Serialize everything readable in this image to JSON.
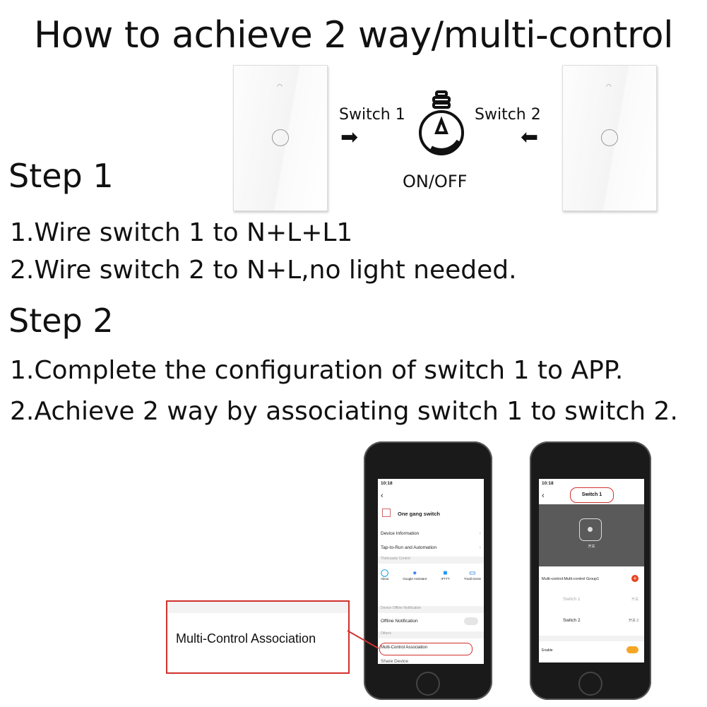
{
  "title": "How to achieve 2 way/multi-control",
  "diagram": {
    "switch1_label": "Switch 1",
    "switch2_label": "Switch 2",
    "bulb_label": "ON/OFF"
  },
  "step1": {
    "heading": "Step 1",
    "lines": [
      "1.Wire switch 1 to N+L+L1",
      "2.Wire switch 2 to N+L,no light needed."
    ]
  },
  "step2": {
    "heading": "Step 2",
    "lines": [
      "1.Complete the configuration of switch 1 to APP.",
      "2.Achieve 2 way by associating switch 1 to switch 2."
    ]
  },
  "callout": {
    "text": "Multi-Control Association"
  },
  "accent": "#d0312d",
  "phone1": {
    "time": "10:18",
    "device": "One gang switch",
    "items": [
      "Device Information",
      "Tap-to-Run and Automation"
    ],
    "section_third": "Third-party Control",
    "services": [
      "Alexa",
      "Google Assistant",
      "IFTTT",
      "Tmall Genie"
    ],
    "section_offline": "Device Offline Notification",
    "offline": "Offline Notification",
    "offline_on": false,
    "section_others": "Others",
    "multi": "Multi-Control Association",
    "next": "Share Device"
  },
  "phone2": {
    "time": "10:18",
    "title": "Switch 1",
    "switch_label": "开关",
    "group": "Multi-control:Multi-control Group1",
    "rows": [
      {
        "name": "Switch 1",
        "val": "开关"
      },
      {
        "name": "Switch 2",
        "val": "开关 2"
      }
    ],
    "enable": "Enable",
    "enable_on": true
  }
}
